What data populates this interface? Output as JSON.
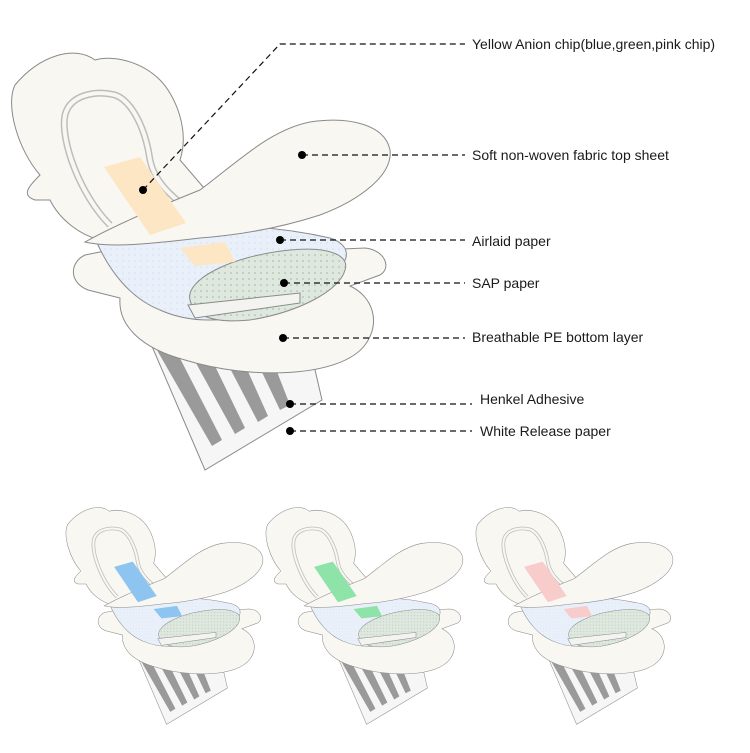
{
  "labels": {
    "chip": "Yellow Anion chip(blue,green,pink chip)",
    "top_sheet": "Soft non-woven fabric top sheet",
    "airlaid": "Airlaid paper",
    "sap": "SAP  paper",
    "bottom": "Breathable PE bottom layer",
    "adhesive": "Henkel Adhesive",
    "release": "White Release paper"
  },
  "chip_colors": {
    "main": "#fde6c4",
    "variant_blue": "#8ec5f0",
    "variant_green": "#8ee3a8",
    "variant_pink": "#f9cccc"
  }
}
